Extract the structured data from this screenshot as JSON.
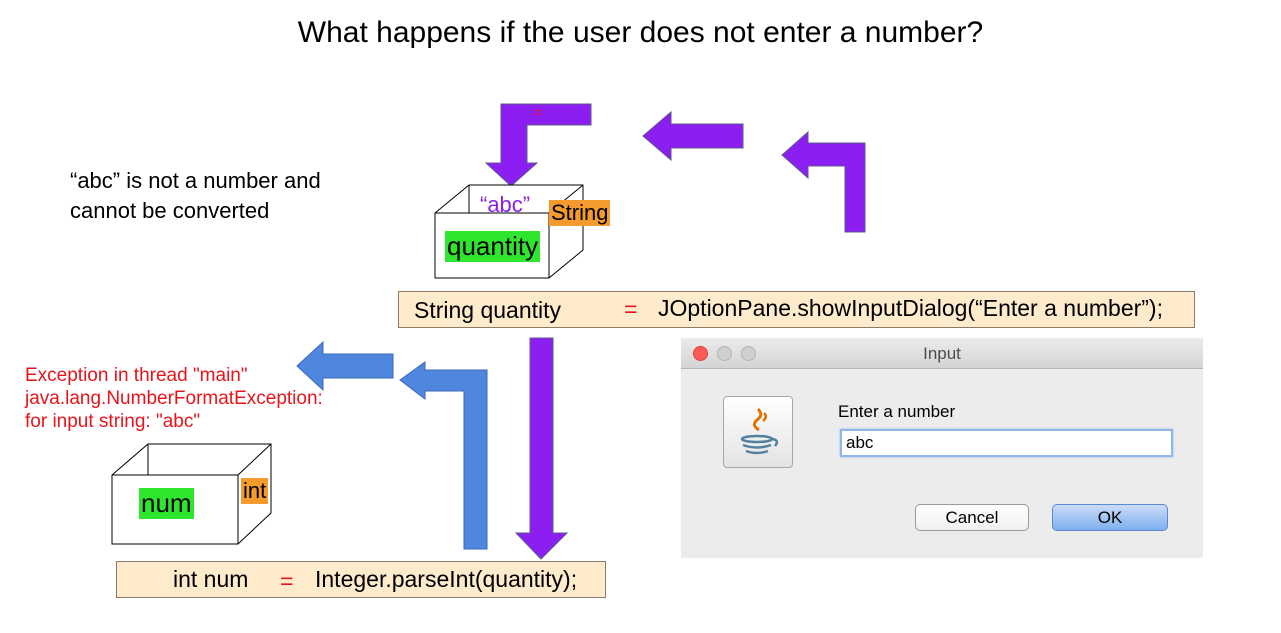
{
  "title": "What happens if the user does not enter a number?",
  "note": {
    "line1": "“abc” is not a number and",
    "line2": "cannot be converted"
  },
  "exception": {
    "line1": "Exception in thread \"main\"",
    "line2": "java.lang.NumberFormatException:",
    "line3": "for input string: \"abc\""
  },
  "quantity_box": {
    "value": "“abc”",
    "var_name": "quantity",
    "type": "String"
  },
  "num_box": {
    "var_name": "num",
    "type": "int"
  },
  "arrow_marker": "=",
  "statement1": {
    "lhs": "String quantity",
    "eq": "=",
    "rhs": "JOptionPane.showInputDialog(“Enter a number”);"
  },
  "statement2": {
    "lhs": "int num",
    "eq": "=",
    "rhs": "Integer.parseInt(quantity);"
  },
  "dialog": {
    "title": "Input",
    "prompt": "Enter a number",
    "input_value": "abc",
    "cancel_label": "Cancel",
    "ok_label": "OK"
  },
  "colors": {
    "purple_arrow": "#8d1ef2",
    "blue_arrow": "#4f86de",
    "red_text": "#e8141b",
    "code_bg": "#fdebcc",
    "var_green": "#2ee62e",
    "type_orange": "#f59a2c"
  }
}
